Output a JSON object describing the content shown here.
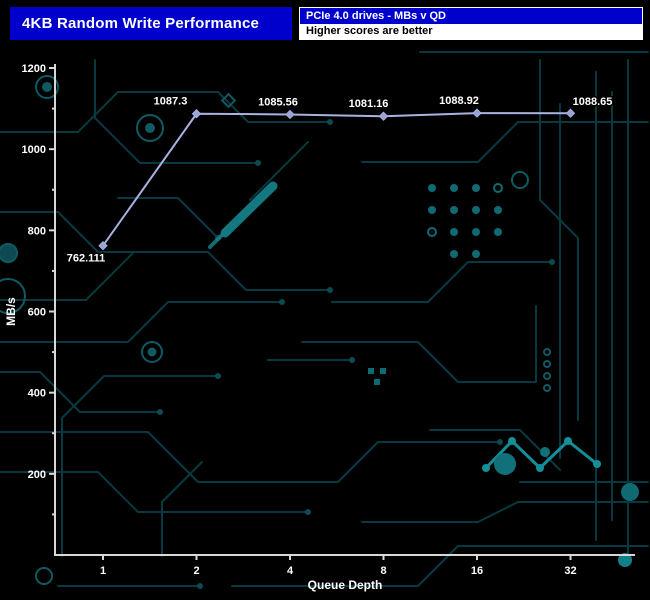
{
  "header": {
    "title": "4KB Random Write Performance",
    "subtitle_top": "PCIe 4.0 drives - MBs v QD",
    "subtitle_bottom": "Higher scores are better"
  },
  "chart_data": {
    "type": "line",
    "categories": [
      "1",
      "2",
      "4",
      "8",
      "16",
      "32"
    ],
    "series": [
      {
        "name": "PCIe 4.0 drive",
        "values": [
          762.111,
          1087.3,
          1085.56,
          1081.16,
          1088.92,
          1088.65
        ]
      }
    ],
    "point_labels": [
      "762.111",
      "1087.3",
      "1085.56",
      "1081.16",
      "1088.92",
      "1088.65"
    ],
    "title": "4KB Random Write Performance",
    "xlabel": "Queue Depth",
    "ylabel": "MB/s",
    "ylim": [
      0,
      1200
    ],
    "yticks": [
      200,
      400,
      600,
      800,
      1000,
      1200
    ],
    "grid": false,
    "legend": "none",
    "line_color": "#a9b2e2",
    "marker_color": "#99a3d8",
    "marker_shape": "diamond"
  },
  "colors": {
    "background": "#000000",
    "header_blue": "#0000cc",
    "circuit_teal_dark": "#0a3d44",
    "circuit_teal_mid": "#0f5a63",
    "circuit_teal_bright": "#17858f",
    "axis": "#d8d8d8",
    "text": "#ffffff"
  }
}
